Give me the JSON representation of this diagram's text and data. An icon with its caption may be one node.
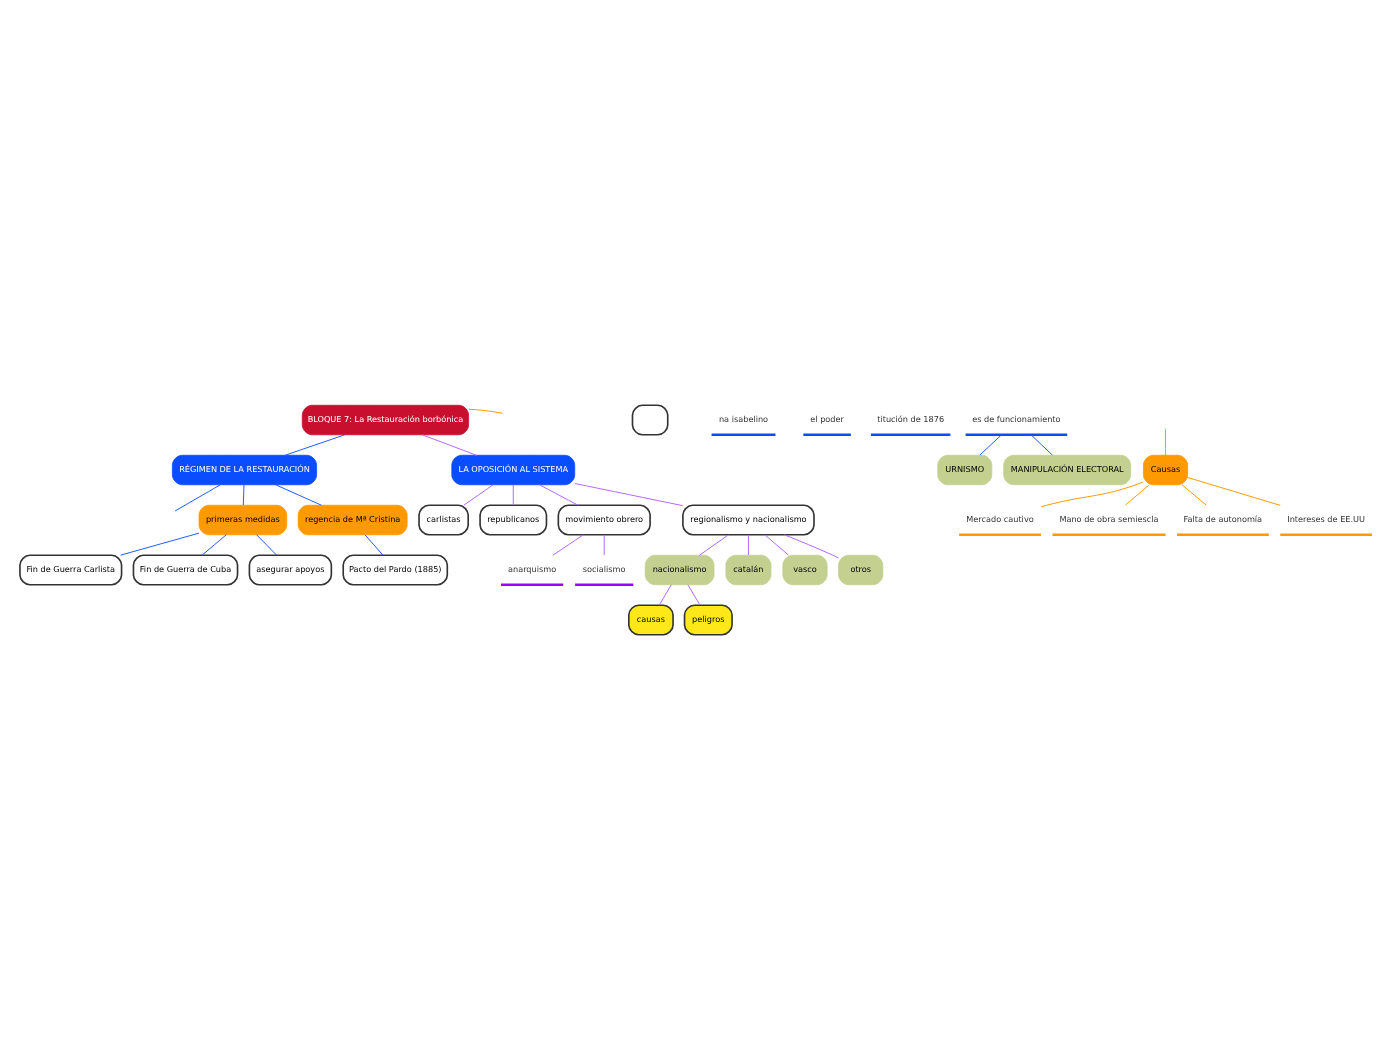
{
  "diagram": {
    "nodes": [
      {
        "text": [
          "BLOQUE 7: La Restauración borbónica"
        ]
      },
      {
        "text": [
          "RÉGIMEN DE LA RESTAURACIÓN"
        ]
      },
      {
        "text": [],
        "shape": "box"
      },
      {
        "text": [
          "na isabelino"
        ]
      },
      {
        "text": [
          "el poder"
        ]
      },
      {
        "text": [
          "titución de 1876"
        ]
      },
      {
        "text": [
          "es de funcionamiento"
        ]
      },
      {
        "text": [
          "URNISMO"
        ]
      },
      {
        "text": [
          "MANIPULACIÓN ELECTORAL"
        ]
      },
      {
        "text": [
          "primeras medidas"
        ]
      },
      {
        "text": [
          "Fin de Guerra Carlista"
        ]
      },
      {
        "text": [
          "Fin de Guerra de Cuba"
        ]
      },
      {
        "text": [
          "asegurar apoyos"
        ]
      },
      {
        "text": [
          "regencia de Mª Cristina"
        ]
      },
      {
        "text": [
          "Pacto del Pardo (1885)"
        ]
      },
      {
        "text": [
          "LA OPOSICIÓN AL SISTEMA"
        ]
      },
      {
        "text": [
          "carlistas"
        ]
      },
      {
        "text": [
          "republicanos"
        ]
      },
      {
        "text": [
          "movimiento obrero"
        ]
      },
      {
        "text": [
          "anarquismo"
        ]
      },
      {
        "text": [
          "socialismo"
        ]
      },
      {
        "text": [
          "regionalismo y nacionalismo"
        ]
      },
      {
        "text": [
          "nacionalismo"
        ]
      },
      {
        "text": [
          "catalán"
        ]
      },
      {
        "text": [
          "vasco"
        ]
      },
      {
        "text": [
          "otros"
        ]
      },
      {
        "text": [
          "causas"
        ]
      },
      {
        "text": [
          "peligros"
        ]
      },
      {
        "text": [
          "Causas"
        ]
      },
      {
        "text": [
          "Mercado cautivo"
        ]
      },
      {
        "text": [
          "Mano de obra semiescla"
        ]
      },
      {
        "text": [
          "Falta de autonomía"
        ]
      },
      {
        "text": [
          "Intereses de EE.UU"
        ]
      }
    ],
    "edges": [
      {
        "from": 0,
        "to": 1,
        "arrow": "none",
        "color": "#1a5cff"
      },
      {
        "from": 0,
        "to": 15,
        "arrow": "none"
      },
      {
        "from": 0,
        "to": null,
        "arrow": "none",
        "color": "#ff9900"
      },
      {
        "from": 1,
        "to": null,
        "arrow": "none",
        "color": "#1a5cff"
      },
      {
        "from": 1,
        "to": 9,
        "arrow": "none",
        "color": "#1a5cff"
      },
      {
        "from": 1,
        "to": 13,
        "arrow": "none",
        "color": "#1a5cff"
      },
      {
        "from": 6,
        "to": 7,
        "arrow": "none",
        "color": "#1a5cff"
      },
      {
        "from": 6,
        "to": 8,
        "arrow": "none",
        "color": "#1a5cff"
      },
      {
        "from": 9,
        "to": 10,
        "arrow": "none",
        "color": "#1a5cff"
      },
      {
        "from": 9,
        "to": 11,
        "arrow": "none",
        "color": "#1a5cff"
      },
      {
        "from": 9,
        "to": 12,
        "arrow": "none",
        "color": "#1a5cff"
      },
      {
        "from": 13,
        "to": 14,
        "arrow": "none",
        "color": "#1a5cff"
      },
      {
        "from": 15,
        "to": 16,
        "arrow": "none"
      },
      {
        "from": 15,
        "to": 17,
        "arrow": "none"
      },
      {
        "from": 15,
        "to": 18,
        "arrow": "none"
      },
      {
        "from": 15,
        "to": 21,
        "arrow": "none"
      },
      {
        "from": 18,
        "to": 19,
        "arrow": "none"
      },
      {
        "from": 18,
        "to": 20,
        "arrow": "none"
      },
      {
        "from": 21,
        "to": 22,
        "arrow": "none"
      },
      {
        "from": 21,
        "to": 23,
        "arrow": "none"
      },
      {
        "from": 21,
        "to": 24,
        "arrow": "none"
      },
      {
        "from": 21,
        "to": 25,
        "arrow": "none"
      },
      {
        "from": 22,
        "to": 26,
        "arrow": "none"
      },
      {
        "from": 22,
        "to": 27,
        "arrow": "none"
      },
      {
        "from": null,
        "to": 28,
        "arrow": "none",
        "color": "#ff9900"
      },
      {
        "from": 28,
        "to": 29,
        "arrow": "none",
        "color": "#ff9900"
      },
      {
        "from": 28,
        "to": 30,
        "arrow": "none",
        "color": "#ff9900"
      },
      {
        "from": 28,
        "to": 31,
        "arrow": "none",
        "color": "#ff9900"
      },
      {
        "from": 28,
        "to": 32,
        "arrow": "none",
        "color": "#ff9900"
      }
    ]
  }
}
